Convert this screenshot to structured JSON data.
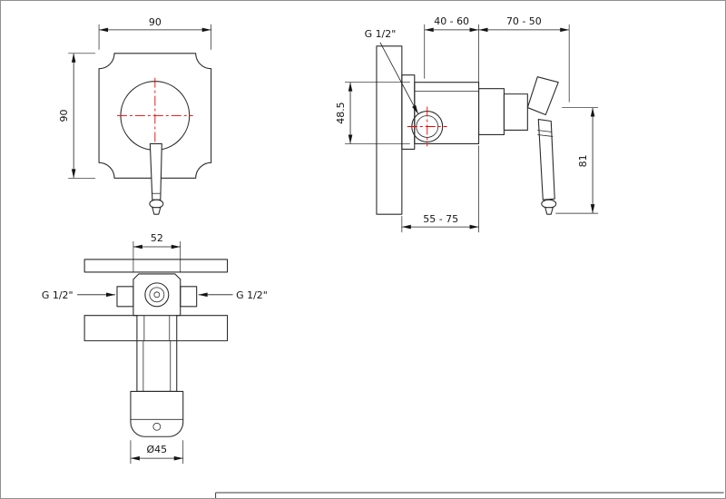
{
  "page": {
    "background": "#ffffff",
    "border_color": "#8f8f8f"
  },
  "colors": {
    "geometry": "#2b2b2b",
    "dimension": "#1c1c1c",
    "centerline": "#f10000"
  },
  "views": {
    "front": {
      "dim_width": "90",
      "dim_height": "90"
    },
    "side": {
      "port_label": "G 1/2\"",
      "dim_depth_min_max": "40 - 60",
      "dim_projection": "70 - 50",
      "dim_center_height": "48.5",
      "dim_handle_length": "81",
      "dim_body_depth": "55 - 75"
    },
    "bottom": {
      "dim_body_width": "52",
      "port_label_left": "G 1/2\"",
      "port_label_right": "G 1/2\"",
      "dim_diameter": "Ø45"
    }
  }
}
